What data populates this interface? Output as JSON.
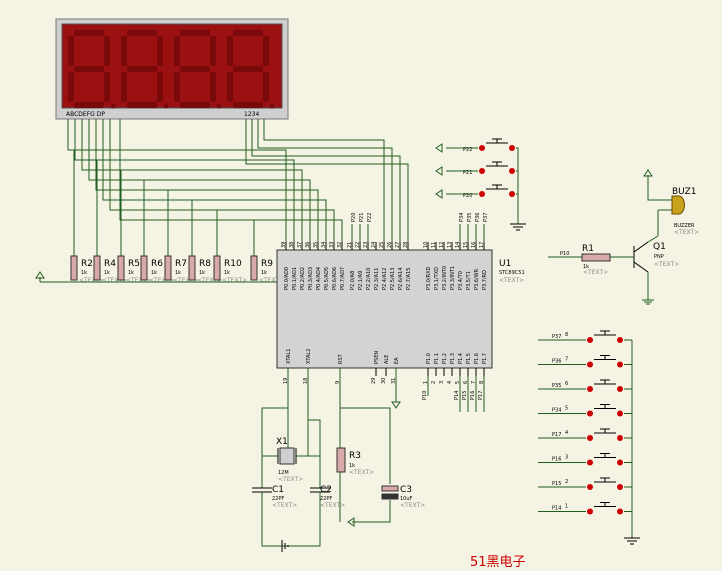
{
  "display": {
    "pins_left": "ABCDEFG  DP",
    "pins_right": "1234"
  },
  "resistors": [
    {
      "ref": "R2",
      "val": "1k"
    },
    {
      "ref": "R4",
      "val": "1k"
    },
    {
      "ref": "R5",
      "val": "1k"
    },
    {
      "ref": "R6",
      "val": "1k"
    },
    {
      "ref": "R7",
      "val": "1k"
    },
    {
      "ref": "R8",
      "val": "1k"
    },
    {
      "ref": "R10",
      "val": "1k"
    },
    {
      "ref": "R9",
      "val": "1k"
    }
  ],
  "text_placeholder": "<TEXT>",
  "mcu": {
    "ref": "U1",
    "part": "STC89C51",
    "p0_pins": [
      "P0.0/AD0",
      "P0.1/AD1",
      "P0.2/AD2",
      "P0.3/AD3",
      "P0.4/AD4",
      "P0.5/AD5",
      "P0.6/AD6",
      "P0.7/AD7"
    ],
    "p2_pins": [
      "P2.0/A8",
      "P2.1/A9",
      "P2.2/A10",
      "P2.3/A11",
      "P2.4/A12",
      "P2.5/A13",
      "P2.6/A14",
      "P2.7/A15"
    ],
    "p3_pins": [
      "P3.0/RXD",
      "P3.1/TXD",
      "P3.2/INT0",
      "P3.3/INT1",
      "P3.4/T0",
      "P3.5/T1",
      "P3.6/WR",
      "P3.7/RD"
    ],
    "p1_pins": [
      "P1.0",
      "P1.1",
      "P1.2",
      "P1.3",
      "P1.4",
      "P1.5",
      "P1.6",
      "P1.7"
    ],
    "misc_pins": [
      "XTAL1",
      "XTAL2",
      "RST",
      "PSEN",
      "ALE",
      "EA"
    ],
    "p0_nums": [
      "39",
      "38",
      "37",
      "36",
      "35",
      "34",
      "33",
      "32"
    ],
    "p2_nums": [
      "21",
      "22",
      "23",
      "24",
      "25",
      "26",
      "27",
      "28"
    ],
    "p3_nums": [
      "10",
      "11",
      "12",
      "13",
      "14",
      "15",
      "16",
      "17"
    ],
    "p1_nums": [
      "1",
      "2",
      "3",
      "4",
      "5",
      "6",
      "7",
      "8"
    ],
    "misc_nums": [
      "19",
      "18",
      "9",
      "29",
      "30",
      "31"
    ],
    "net_labels_p2": [
      "P20",
      "P21",
      "P22"
    ],
    "net_labels_p3": [
      "P34",
      "P35",
      "P36",
      "P37"
    ],
    "net_labels_p1": [
      "P10",
      "P14",
      "P15",
      "P16",
      "P17"
    ]
  },
  "buttons_top": [
    "P22",
    "P21",
    "P20"
  ],
  "buttons_right": [
    {
      "net": "P37",
      "num": "8"
    },
    {
      "net": "P36",
      "num": "7"
    },
    {
      "net": "P35",
      "num": "6"
    },
    {
      "net": "P34",
      "num": "5"
    },
    {
      "net": "P17",
      "num": "4"
    },
    {
      "net": "P16",
      "num": "3"
    },
    {
      "net": "P15",
      "num": "2"
    },
    {
      "net": "P14",
      "num": "1"
    }
  ],
  "buzzer": {
    "ref": "BUZ1",
    "part": "BUZZER"
  },
  "transistor": {
    "ref": "Q1",
    "part": "PNP"
  },
  "r1": {
    "ref": "R1",
    "val": "1k",
    "net": "P10"
  },
  "crystal": {
    "ref": "X1",
    "val": "12M"
  },
  "c1": {
    "ref": "C1",
    "val": "22PF"
  },
  "c2": {
    "ref": "C2",
    "val": "22PF"
  },
  "r3": {
    "ref": "R3",
    "val": "1k"
  },
  "c3": {
    "ref": "C3",
    "val": "10uF"
  },
  "watermark": "51黑电子"
}
